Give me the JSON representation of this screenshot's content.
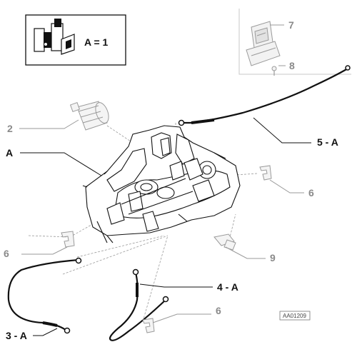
{
  "legend": {
    "equation": "A = 1"
  },
  "callouts": {
    "part_2": "2",
    "part_3": "3 - A",
    "part_4": "4 - A",
    "part_5": "5 - A",
    "part_6_right": "6",
    "part_6_left": "6",
    "part_6_bottom": "6",
    "part_7": "7",
    "part_8": "8",
    "part_9": "9",
    "assembly_a": "A"
  },
  "reference_code": "AA01209",
  "colors": {
    "line_black": "#111111",
    "line_grey": "#9a9a9a",
    "inset_border": "#c8c8c8"
  }
}
